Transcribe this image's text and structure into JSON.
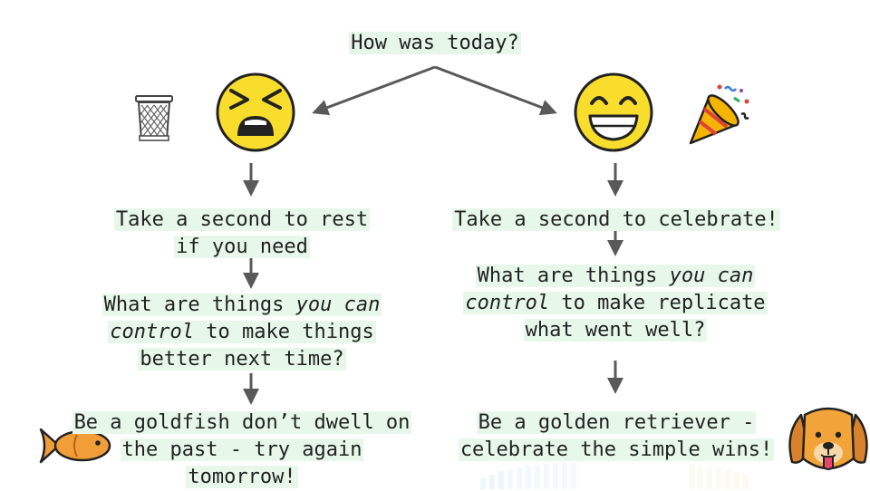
{
  "question": "How was today?",
  "left": {
    "step1": [
      "Take a second to rest",
      "if you need"
    ],
    "step2": {
      "line1_pre": "What are things ",
      "line1_em": "you can",
      "line2_em": "control",
      "line2_post": " to make things",
      "line3": "better next time?"
    },
    "step3": [
      "Be a goldfish don’t dwell on",
      "the past - try again",
      "tomorrow!"
    ]
  },
  "right": {
    "step1": [
      "Take a second to celebrate!"
    ],
    "step2": {
      "line1_pre": "What are things ",
      "line1_em": "you can",
      "line2_em": "control",
      "line2_post": " to make replicate",
      "line3": "what went well?"
    },
    "step3": [
      "Be a golden retriever -",
      "celebrate the simple wins!"
    ]
  },
  "icons": [
    "trash-can-icon",
    "tired-face-icon",
    "grinning-face-icon",
    "party-popper-icon",
    "goldfish-icon",
    "dog-face-icon"
  ],
  "colors": {
    "highlight": "#e7f8ea",
    "arrow": "#595959",
    "emoji_yellow": "#f9dd2d"
  }
}
